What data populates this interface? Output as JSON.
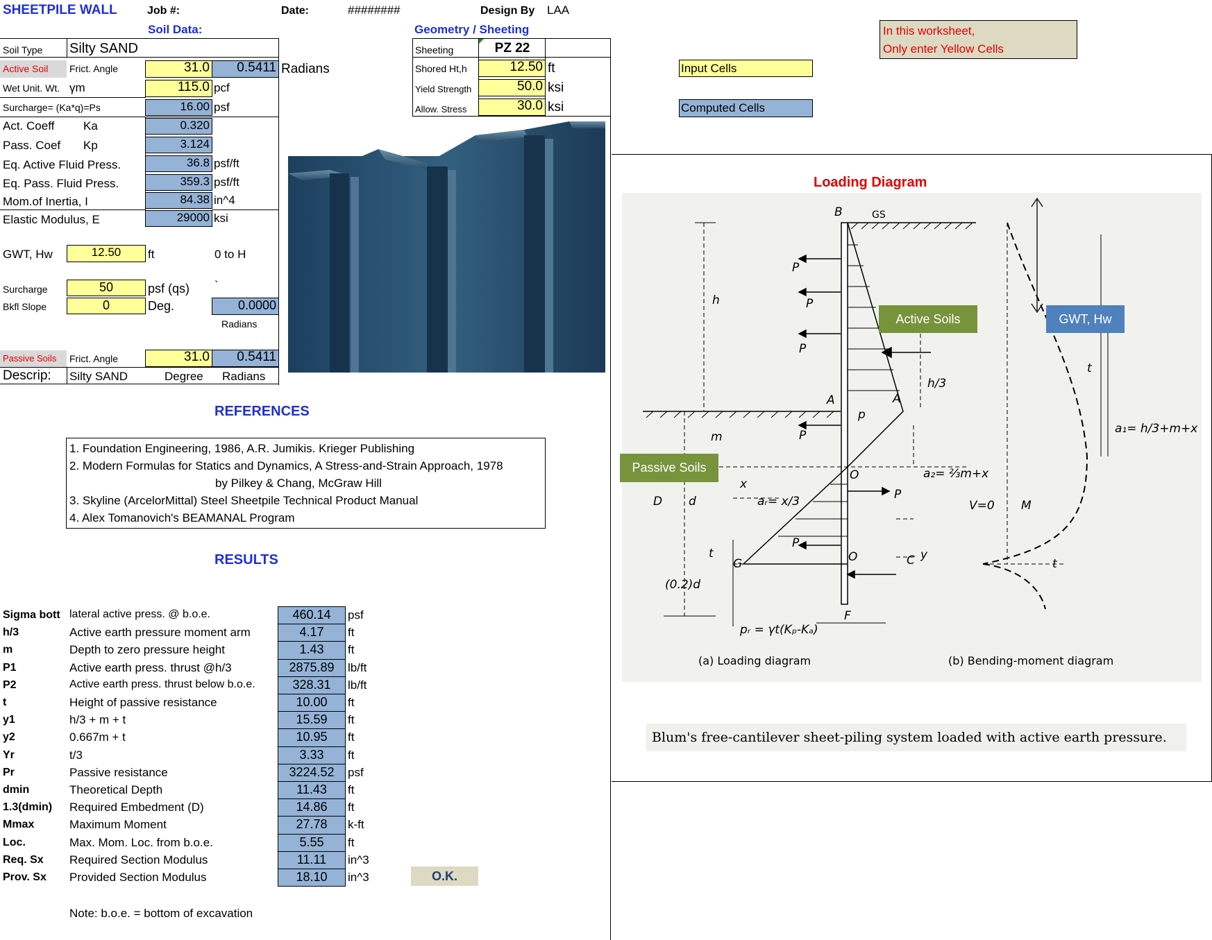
{
  "header": {
    "title": "SHEETPILE WALL",
    "job_label": "Job #:",
    "date_label": "Date:",
    "date_value": "########",
    "design_by_label": "Design By",
    "design_by_value": "LAA"
  },
  "sections": {
    "soil_data": "Soil Data:",
    "geometry": "Geometry / Sheeting",
    "references": "REFERENCES",
    "results": "RESULTS"
  },
  "soil": {
    "soil_type_label": "Soil Type",
    "soil_type_value": "Silty SAND",
    "active_soil_label": "Active Soil",
    "frict_angle_label": "Frict. Angle",
    "active_frict_angle": "31.0",
    "active_radians": "0.5411",
    "radians_label": "Radians",
    "wet_unit_label": "Wet Unit. Wt.",
    "wet_unit_symbol": "γm",
    "wet_unit_value": "115.0",
    "wet_unit_unit": "pcf",
    "surcharge_label": "Surcharge= (Ka*q)=Ps",
    "surcharge_value": "16.00",
    "surcharge_unit": "psf",
    "act_coeff_label": "Act. Coeff",
    "ka_label": "Ka",
    "ka_value": "0.320",
    "pass_coeff_label": "Pass. Coef",
    "kp_label": "Kp",
    "kp_value": "3.124",
    "eq_active_label": "Eq. Active Fluid Press.",
    "eq_active_value": "36.8",
    "eq_active_unit": "psf/ft",
    "eq_pass_label": "Eq. Pass. Fluid Press.",
    "eq_pass_value": "359.3",
    "eq_pass_unit": "psf/ft",
    "inertia_label": "Mom.of Inertia, I",
    "inertia_value": "84.38",
    "inertia_unit": "in^4",
    "elastic_label": "Elastic Modulus, E",
    "elastic_value": "29000",
    "elastic_unit": "ksi",
    "gwt_label": "GWT, Hw",
    "gwt_value": "12.50",
    "gwt_unit": "ft",
    "gwt_range": "0 to H",
    "surcharge2_label": "Surcharge",
    "surcharge2_value": "50",
    "surcharge2_unit": "psf  (qs)",
    "tick_mark": "`",
    "bkfl_label": "Bkfl Slope",
    "bkfl_value": "0",
    "bkfl_unit": "Deg.",
    "bkfl_radians": "0.0000",
    "bkfl_radians_label": "Radians",
    "passive_soils_label": "Passive Soils",
    "passive_frict_label": "Frict. Angle",
    "passive_frict_value": "31.0",
    "passive_radians": "0.5411",
    "descrip_label": "Descrip:",
    "descrip_value": "Silty SAND",
    "degree_label": "Degree",
    "radians_label2": "Radians"
  },
  "geometry": {
    "sheeting_label": "Sheeting",
    "sheeting_value": "PZ 22",
    "shored_label": "Shored Ht,h",
    "shored_value": "12.50",
    "shored_unit": "ft",
    "yield_label": "Yield Strength",
    "yield_value": "50.0",
    "yield_unit": "ksi",
    "allow_label": "Allow. Stress",
    "allow_value": "30.0",
    "allow_unit": "ksi"
  },
  "legend": {
    "note_line1": "In this worksheet,",
    "note_line2": "Only enter Yellow Cells",
    "input_cells": "Input Cells",
    "computed_cells": "Computed Cells"
  },
  "references": [
    "1. Foundation Engineering, 1986, A.R. Jumikis. Krieger Publishing",
    "2. Modern Formulas for Statics and Dynamics, A Stress-and-Strain Approach, 1978",
    "by Pilkey & Chang, McGraw Hill",
    "3. Skyline (ArcelorMittal) Steel Sheetpile Technical Product Manual",
    "4. Alex Tomanovich's BEAMANAL Program"
  ],
  "results": [
    {
      "label": "Sigma bott",
      "desc": "lateral active press. @ b.o.e.",
      "value": "460.14",
      "unit": "psf"
    },
    {
      "label": "h/3",
      "desc": "Active earth pressure moment arm",
      "value": "4.17",
      "unit": "ft"
    },
    {
      "label": "m",
      "desc": "Depth to zero pressure height",
      "value": "1.43",
      "unit": "ft"
    },
    {
      "label": "P1",
      "desc": "Active earth press. thrust @h/3",
      "value": "2875.89",
      "unit": "lb/ft"
    },
    {
      "label": "P2",
      "desc": "Active earth press. thrust below b.o.e.",
      "value": "328.31",
      "unit": "lb/ft"
    },
    {
      "label": "t",
      "desc": "Height of passive resistance",
      "value": "10.00",
      "unit": "ft"
    },
    {
      "label": "y1",
      "desc": "h/3 + m + t",
      "value": "15.59",
      "unit": "ft"
    },
    {
      "label": "y2",
      "desc": "0.667m + t",
      "value": "10.95",
      "unit": "ft"
    },
    {
      "label": "Yr",
      "desc": "t/3",
      "value": "3.33",
      "unit": "ft"
    },
    {
      "label": "Pr",
      "desc": "Passive resistance",
      "value": "3224.52",
      "unit": "psf"
    },
    {
      "label": "dmin",
      "desc": "Theoretical Depth",
      "value": "11.43",
      "unit": "ft"
    },
    {
      "label": "1.3(dmin)",
      "desc": "Required Embedment (D)",
      "value": "14.86",
      "unit": "ft"
    },
    {
      "label": "Mmax",
      "desc": "Maximum Moment",
      "value": "27.78",
      "unit": "k-ft"
    },
    {
      "label": "Loc.",
      "desc": "Max. Mom. Loc. from b.o.e.",
      "value": "5.55",
      "unit": "ft"
    },
    {
      "label": "Req. Sx",
      "desc": "Required Section Modulus",
      "value": "11.11",
      "unit": "in^3"
    },
    {
      "label": "Prov. Sx",
      "desc": "Provided Section Modulus",
      "value": "18.10",
      "unit": "in^3"
    }
  ],
  "ok_status": "O.K.",
  "footnote": "Note:  b.o.e. = bottom of excavation",
  "diagram": {
    "title": "Loading Diagram",
    "active_soils": "Active Soils",
    "gwt_hw": "GWT, Hw",
    "passive_soils": "Passive Soils",
    "caption_a": "(a) Loading diagram",
    "caption_b": "(b) Bending-moment diagram",
    "figure_caption": "Blum's free-cantilever sheet-piling system loaded with active earth pressure.",
    "labels": {
      "B": "B",
      "GS": "GS",
      "P1_upper": "P",
      "P11": "P",
      "h": "h",
      "P1": "P",
      "h3": "h/3",
      "A": "A",
      "A1": "A",
      "m": "m",
      "P2": "P",
      "p1": "p",
      "O1": "O",
      "a2": "a₂= ⅔m+x",
      "a1": "a₁= h/3+m+x",
      "D": "D",
      "dmin": "d",
      "t": "t",
      "x": "x",
      "ar": "aᵣ= x/3",
      "Prs": "P",
      "V0": "V=0",
      "Mmax": "M",
      "Pr": "P",
      "O": "O",
      "C": "C",
      "ypr": "y",
      "G": "G",
      "02dmin": "(0.2)d",
      "F": "F",
      "pr_eq": "pᵣ = γt(Kₚ-Kₐ)",
      "t2": "t",
      "t3": "t"
    }
  }
}
